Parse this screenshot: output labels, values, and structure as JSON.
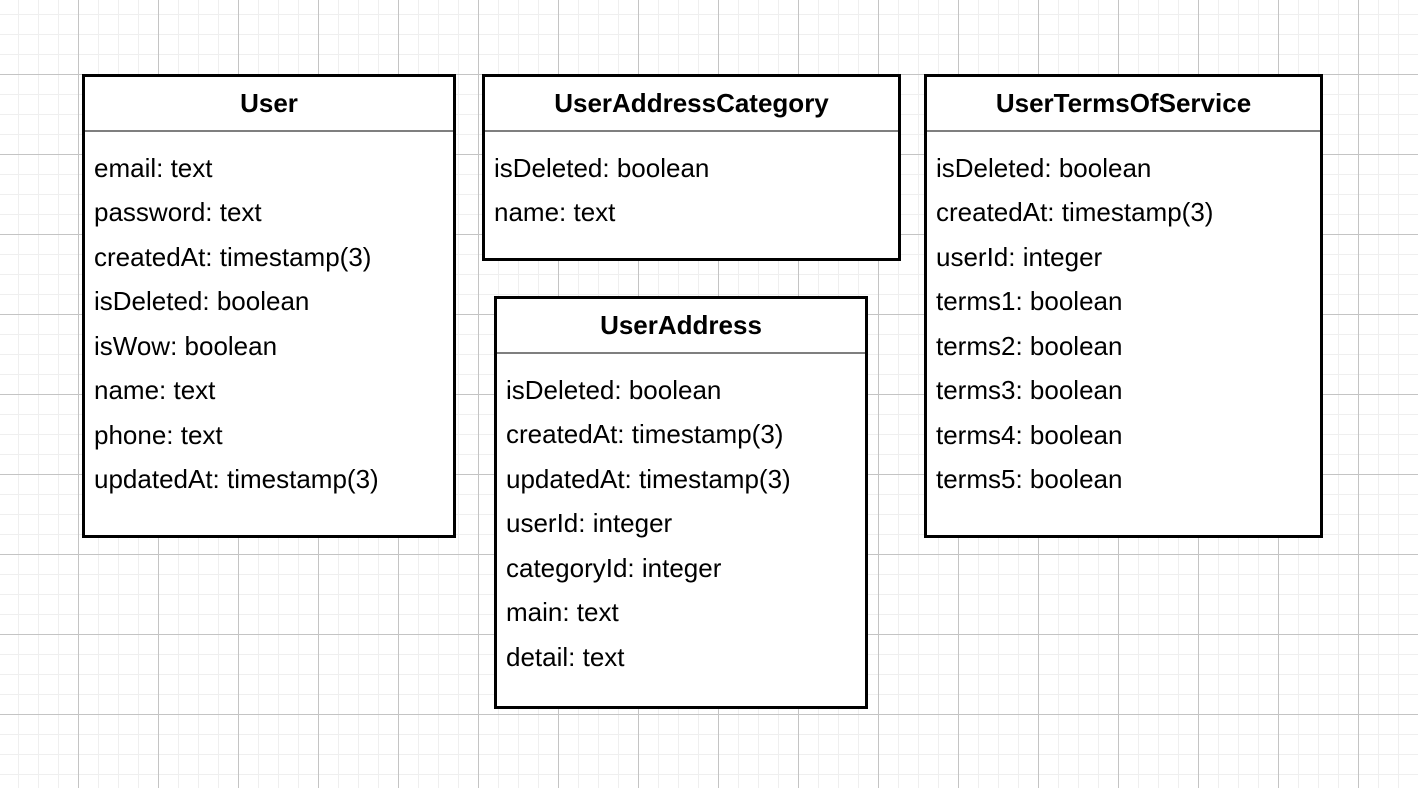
{
  "theme": {
    "canvas_bg": "#ffffff",
    "minor_grid_color": "#efefef",
    "major_grid_color": "#c4c4c4",
    "entity_bg": "#ffffff",
    "entity_border_color": "#000000",
    "entity_text_color": "#000000",
    "divider_color": "#7f7f7f"
  },
  "diagram": {
    "type": "entity-relationship",
    "entities": [
      {
        "title": "User",
        "fields": [
          "email: text",
          "password: text",
          "createdAt: timestamp(3)",
          "isDeleted: boolean",
          "isWow: boolean",
          "name: text",
          "phone: text",
          "updatedAt: timestamp(3)"
        ]
      },
      {
        "title": "UserAddressCategory",
        "fields": [
          "isDeleted: boolean",
          "name: text"
        ]
      },
      {
        "title": "UserAddress",
        "fields": [
          "isDeleted: boolean",
          "createdAt: timestamp(3)",
          "updatedAt: timestamp(3)",
          "userId: integer",
          "categoryId: integer",
          "main: text",
          "detail: text"
        ]
      },
      {
        "title": "UserTermsOfService",
        "fields": [
          "isDeleted: boolean",
          "createdAt: timestamp(3)",
          "userId: integer",
          "terms1: boolean",
          "terms2: boolean",
          "terms3: boolean",
          "terms4: boolean",
          "terms5: boolean"
        ]
      }
    ]
  }
}
